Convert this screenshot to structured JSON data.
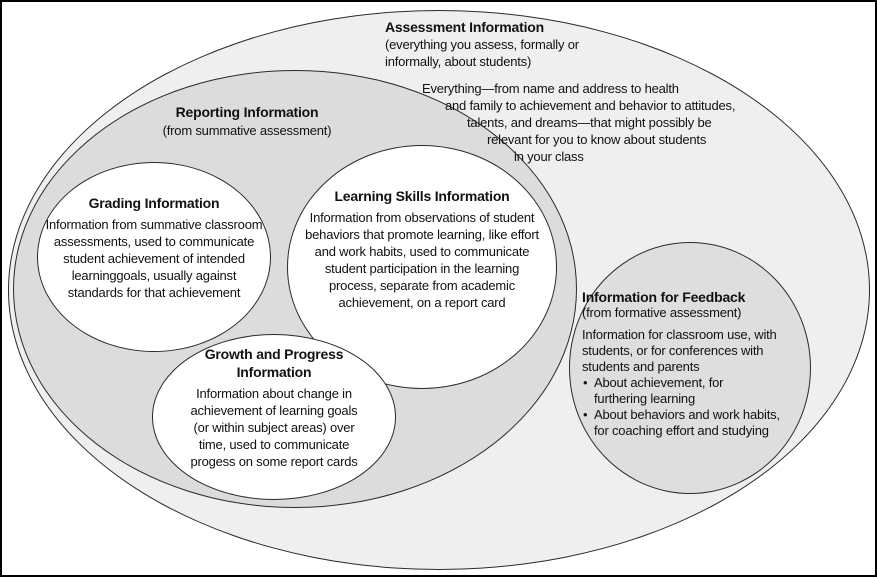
{
  "diagram": {
    "assessment": {
      "title": "Assessment Information",
      "subtitle": "(everything you assess, formally or\ninformally, about students)",
      "description_lines": [
        "Everything—from name and address to health",
        "and family to achievement and behavior to attitudes,",
        "talents, and dreams—that might possibly be",
        "relevant for you to know about students",
        "in your class"
      ]
    },
    "reporting": {
      "title": "Reporting Information",
      "subtitle": "(from summative assessment)"
    },
    "grading": {
      "title": "Grading Information",
      "body": "Information from summative classroom\nassessments, used to communicate\nstudent achievement of intended\nlearninggoals, usually against\nstandards for that achievement"
    },
    "learning_skills": {
      "title": "Learning Skills Information",
      "body": "Information from observations of student\nbehaviors that promote learning, like effort\nand work habits, used to communicate\nstudent participation in the learning\nprocess, separate from academic\nachievement, on a report card"
    },
    "growth": {
      "title": "Growth and Progress\nInformation",
      "body": "Information about change in\nachievement of learning goals\n(or within subject areas) over\ntime, used to communicate\nprogess on some report cards"
    },
    "feedback": {
      "title": "Information for Feedback",
      "subtitle": "(from formative assessment)",
      "body": "Information for classroom use, with\nstudents, or for conferences with\nstudents and parents",
      "bullets": [
        "About achievement, for\nfurthering learning",
        "About behaviors and work habits,\nfor coaching effort and studying"
      ]
    },
    "colors": {
      "outer_fill": "#efefef",
      "reporting_fill": "#dcdcdc",
      "feedback_fill": "#dedede",
      "inner_circle_fill": "#ffffff",
      "stroke": "#2b2b2b"
    }
  }
}
